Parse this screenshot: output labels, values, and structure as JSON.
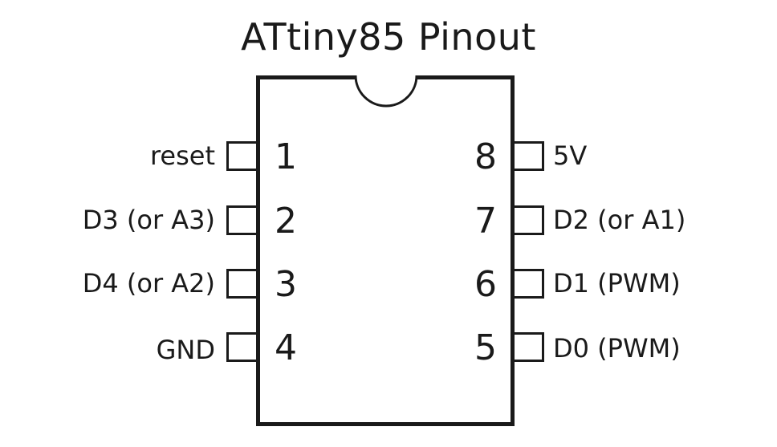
{
  "title": "ATtiny85 Pinout",
  "pins": {
    "p1": {
      "number": "1",
      "label": "reset"
    },
    "p2": {
      "number": "2",
      "label": "D3 (or A3)"
    },
    "p3": {
      "number": "3",
      "label": "D4 (or A2)"
    },
    "p4": {
      "number": "4",
      "label": "GND"
    },
    "p5": {
      "number": "5",
      "label": "D0 (PWM)"
    },
    "p6": {
      "number": "6",
      "label": "D1 (PWM)"
    },
    "p7": {
      "number": "7",
      "label": "D2 (or A1)"
    },
    "p8": {
      "number": "8",
      "label": "5V"
    }
  }
}
